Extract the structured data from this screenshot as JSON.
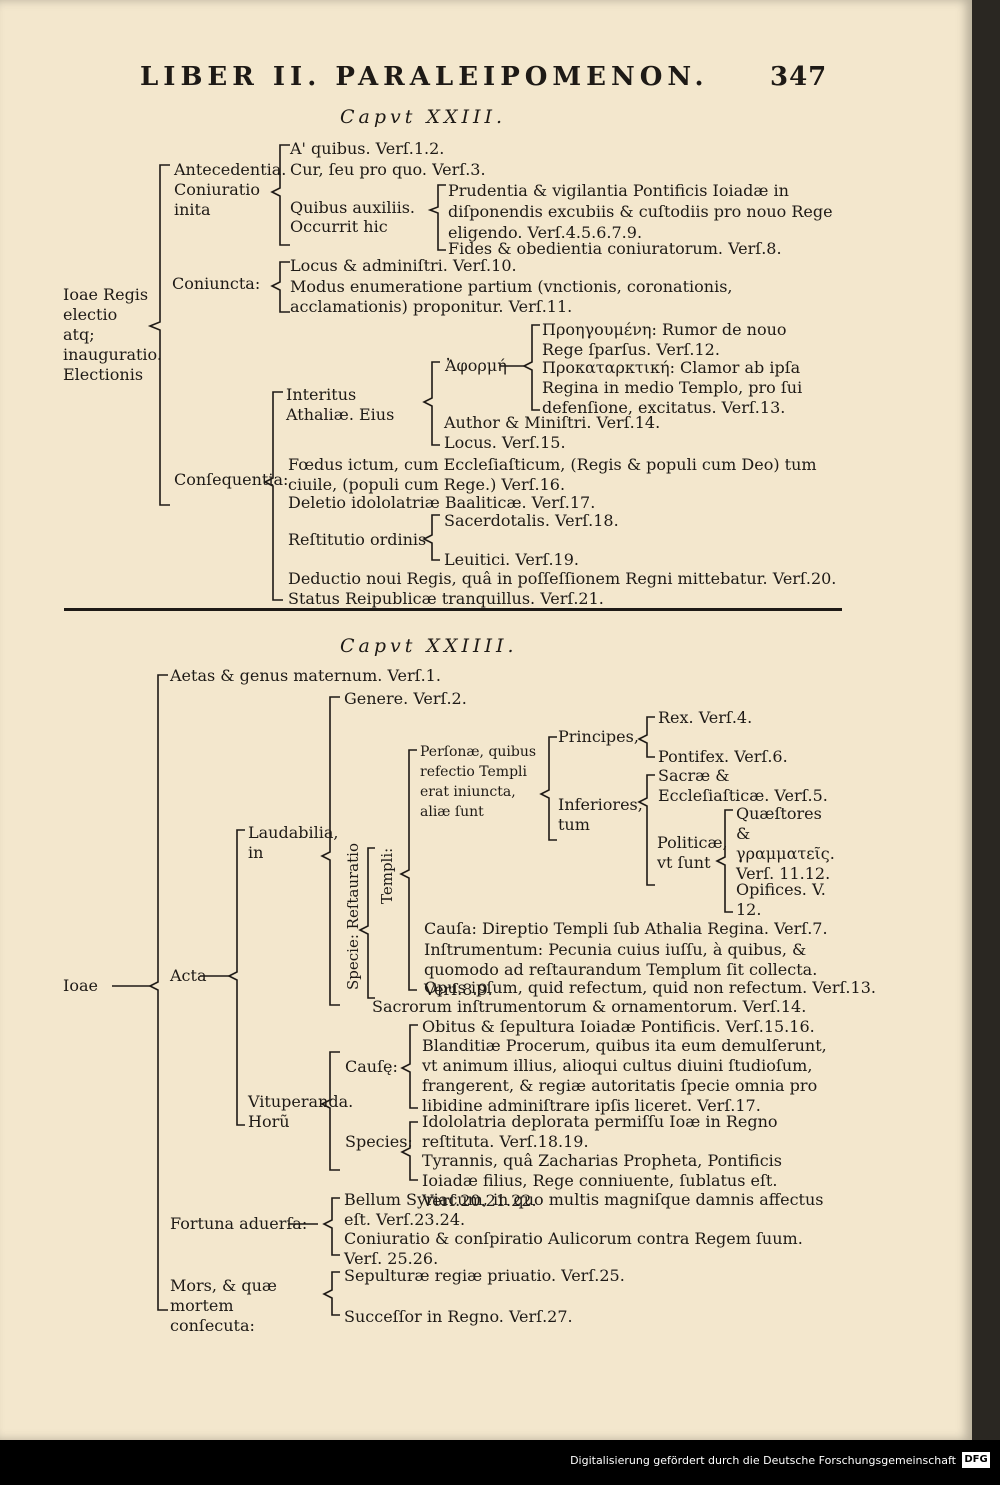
{
  "header": {
    "running_title": "LIBER II. PARALEIPOMENON.",
    "page_number": "347"
  },
  "chapter23": {
    "heading": "Capvt XXIII.",
    "root": "Ioae Regis electio atq; inauguratio. Electionis",
    "antecedentia": {
      "label": "Antecedentia. Coniuratio inita",
      "items": {
        "a_quibus": "A' quibus. Verſ.1.2.",
        "cur": "Cur, ſeu pro quo. Verſ.3.",
        "quibus_label": "Quibus auxiliis. Occurrit hic",
        "prudentia": "Prudentia & vigilantia Pontificis Ioiadæ in diſponendis excubiis & cuſtodiis pro nouo Rege eligendo. Verſ.4.5.6.7.9.",
        "fides": "Fides & obedientia coniuratorum. Verſ.8."
      }
    },
    "coniuncta": {
      "label": "Coniuncta:",
      "locus": "Locus & adminiſtri. Verſ.10.",
      "modus": "Modus enumeratione partium (vnctionis, coronationis, acclamationis) proponitur. Verſ.11."
    },
    "consequentia": {
      "label": "Conſequentia:",
      "interitus_label": "Interitus Athaliæ. Eius",
      "aphorme_label": "Ἀφορμή",
      "rumor": "Προηγουμένη: Rumor de nouo Rege ſparſus. Verſ.12.",
      "clamor": "Προκαταρκτική: Clamor ab ipſa Regina in medio Templo, pro ſui defenſione, excitatus. Verſ.13.",
      "author": "Author & Miniſtri. Verſ.14.",
      "locus2": "Locus. Verſ.15.",
      "foedus": "Fœdus ictum, cum Eccleſiaſticum, (Regis & populi cum Deo) tum ciuile, (populi cum Rege.) Verſ.16.",
      "deletio": "Deletio idololatriæ Baaliticæ. Verſ.17.",
      "restitutio_label": "Reſtitutio ordinis",
      "sacerdotalis": "Sacerdotalis. Verſ.18.",
      "leuitici": "Leuitici. Verſ.19.",
      "deductio": "Deductio noui Regis, quâ in poſſeſſionem Regni mittebatur. Verſ.20.",
      "status": "Status Reipublicæ tranquillus. Verſ.21."
    }
  },
  "chapter24": {
    "heading": "Capvt XXIIII.",
    "root": "Ioae",
    "aetas": "Aetas & genus maternum. Verſ.1.",
    "acta_label": "Acta",
    "laudabilia_label": "Laudabilia, in",
    "species_restauratio": "Specie: Reſtauratio",
    "templi": "Templi:",
    "genere": "Genere. Verſ.2.",
    "personae": "Perſonæ, quibus refectio Templi erat iniuncta, aliæ ſunt",
    "principes": "Principes,",
    "rex": "Rex. Verſ.4.",
    "pontifex": "Pontifex. Verſ.6.",
    "inferiores": "Inferiores, tum",
    "sacrae": "Sacræ & Eccleſiaſticæ. Verſ.5.",
    "politicae": "Politicæ, vt ſunt",
    "quaestores": "Quæſtores & γραμματεῖς. Verſ. 11.12.",
    "opifices": "Opifices. V. 12.",
    "causa": "Cauſa: Direptio Templi ſub Athalia Regina. Verſ.7.",
    "instrumentum": "Inſtrumentum: Pecunia cuius iuſſu, à quibus, & quomodo ad reſtaurandum Templum ſit collecta. Verſ.8.9.",
    "opus": "Opus ipſum, quid refectum, quid non refectum. Verſ.13.",
    "sacrorum": "Sacrorum inſtrumentorum & ornamentorum. Verſ.14.",
    "vituperanda_label": "Vituperanda. Horũ",
    "causae_label": "Cauſę:",
    "obitus": "Obitus & ſepultura Ioiadæ Pontificis. Verſ.15.16.",
    "blanditiae": "Blanditiæ Procerum, quibus ita eum demulſerunt, vt animum illius, alioqui cultus diuini ſtudioſum, frangerent, & regiæ autoritatis ſpecie omnia pro libidine adminiſtrare ipſis liceret. Verſ.17.",
    "species_label": "Species:",
    "idololatria": "Idololatria deplorata permiſſu Ioæ in Regno reſtituta. Verſ.18.19.",
    "tyrannis": "Tyrannis, quâ Zacharias Propheta, Pontificis Ioiadæ filius, Rege conniuente, ſublatus eſt. Verſ.20.21.22.",
    "fortuna_label": "Fortuna aduerſa:",
    "bellum": "Bellum Syriacum, in quo multis magniſque damnis affectus eſt. Verſ.23.24.",
    "coniuratio": "Coniuratio & conſpiratio Aulicorum contra Regem ſuum. Verſ. 25.26.",
    "mors_label": "Mors, & quæ mortem conſecuta:",
    "sepulturae": "Sepulturæ regiæ priuatio. Verſ.25.",
    "successor": "Succeſſor in Regno. Verſ.27."
  },
  "footer": {
    "credit": "Digitalisierung gefördert durch die Deutsche Forschungsgemeinschaft",
    "logo_text": "DFG"
  }
}
